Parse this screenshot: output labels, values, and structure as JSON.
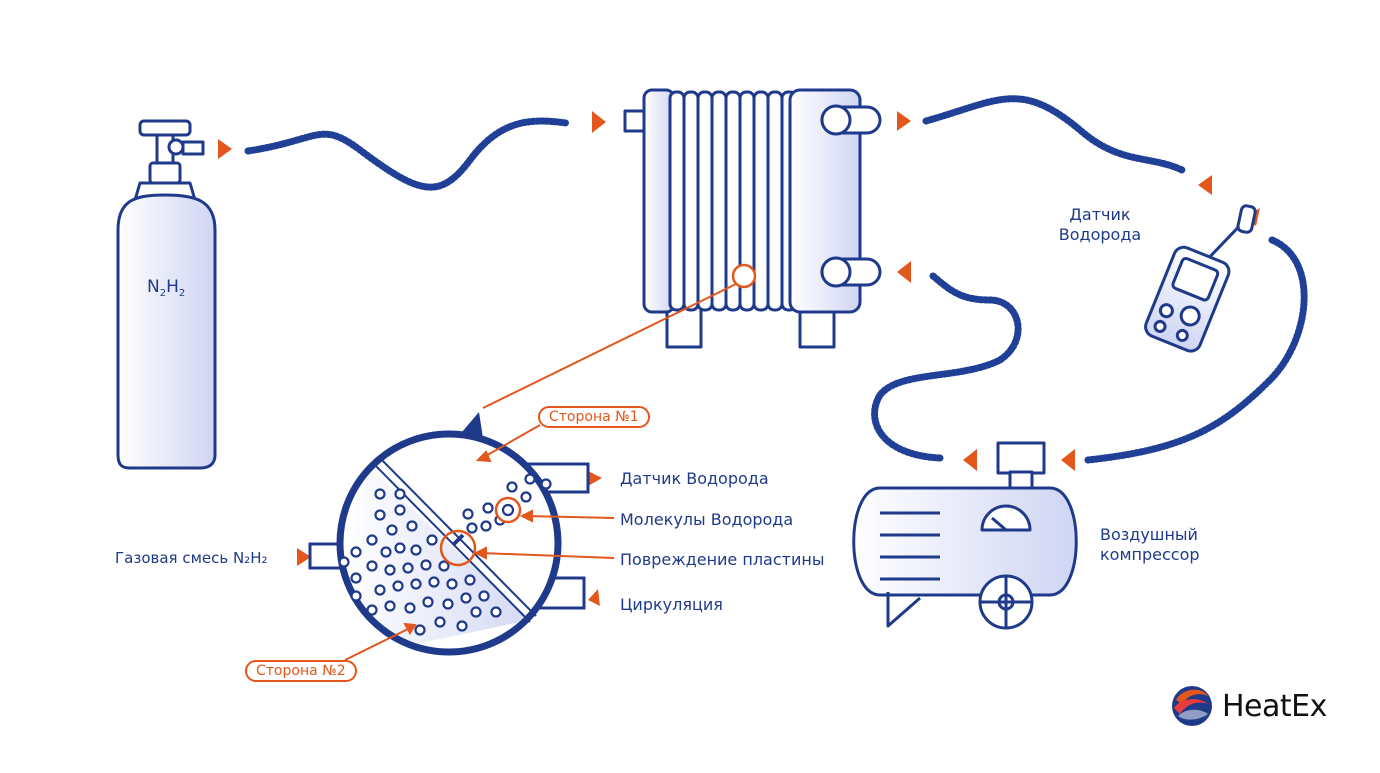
{
  "colors": {
    "line": "#1f3a8a",
    "accent": "#e4571c",
    "fill_light": "#dfe3f7",
    "hose": "#203f96"
  },
  "cylinder": {
    "formula_main": "N",
    "formula_sub1": "2",
    "formula_mid": "H",
    "formula_sub2": "2"
  },
  "labels": {
    "sensor_top": "Датчик Водорода",
    "compressor": "Воздушный компрессор",
    "sensor_right": "Датчик Водорода",
    "molecules": "Молекулы Водорода",
    "damage": "Повреждение пластины",
    "circulation": "Циркуляция",
    "gas_mix": "Газовая смесь N₂H₂",
    "side1": "Сторона №1",
    "side2": "Сторона №2"
  },
  "brand": {
    "name": "HeatEx"
  },
  "icons": [
    "gas-cylinder-icon",
    "plate-heat-exchanger-icon",
    "hydrogen-detector-icon",
    "air-compressor-icon",
    "magnified-plate-icon",
    "heatex-logo-icon"
  ]
}
